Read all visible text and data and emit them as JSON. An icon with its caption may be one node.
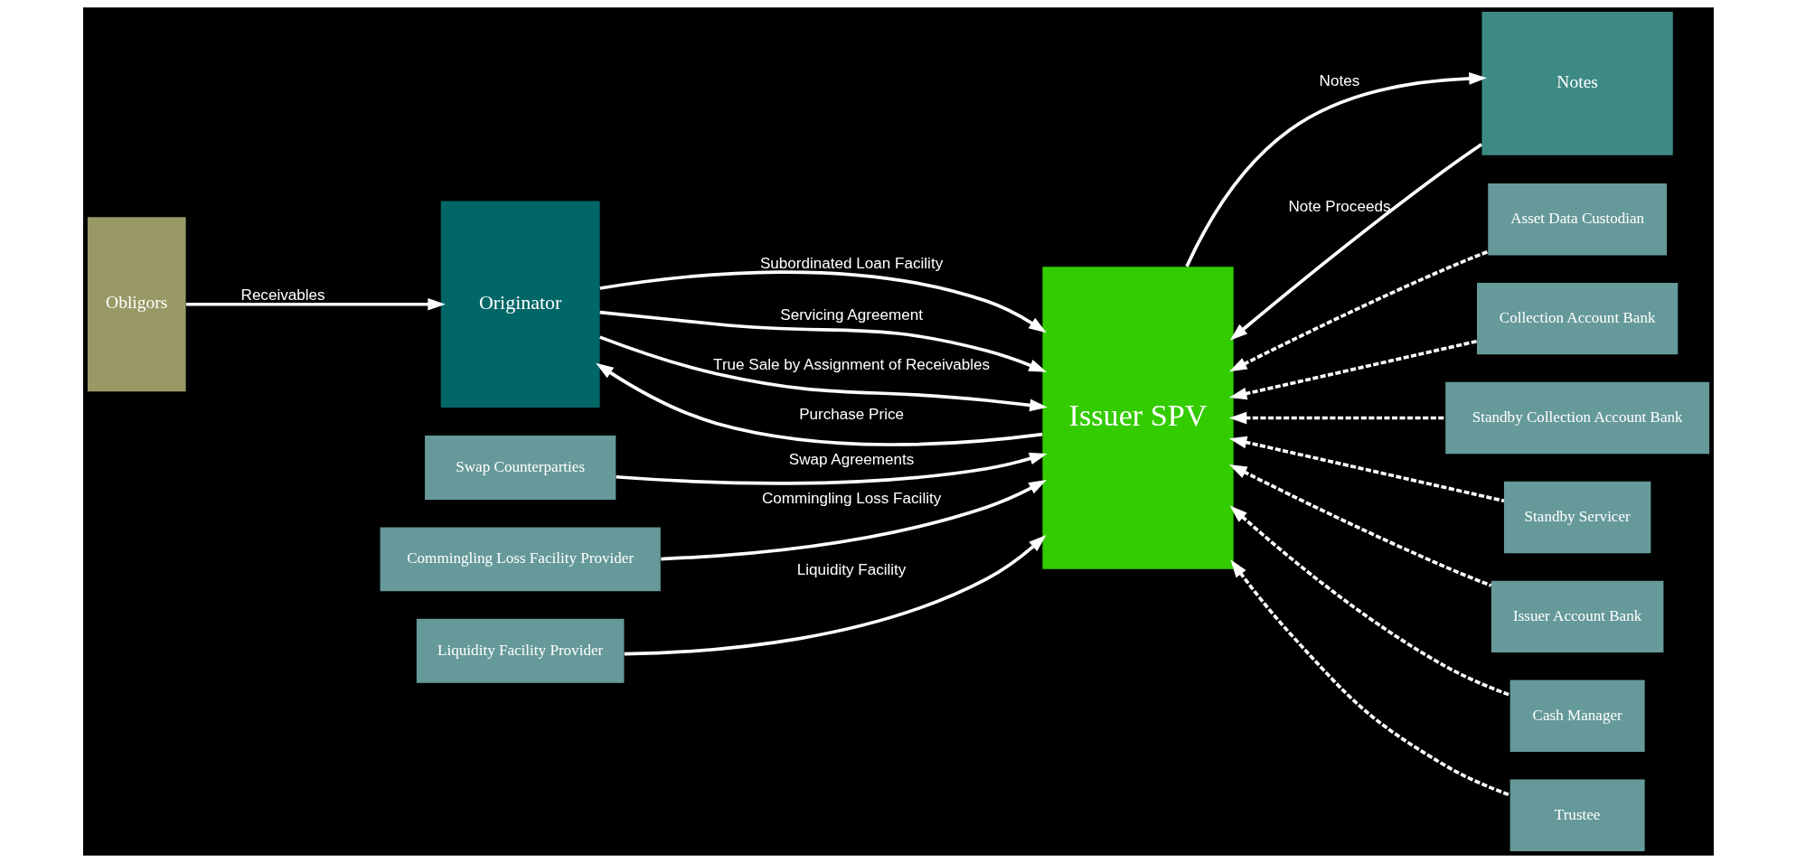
{
  "diagram": {
    "nodes": [
      {
        "text": [
          "Obligors"
        ]
      },
      {
        "text": [
          "Originator"
        ]
      },
      {
        "text": [
          "Issuer SPV"
        ]
      },
      {
        "text": [
          "Swap Counterparties"
        ]
      },
      {
        "text": [
          "Commingling Loss Facility Provider"
        ]
      },
      {
        "text": [
          "Liquidity Facility Provider"
        ]
      },
      {
        "text": [
          "Notes"
        ]
      },
      {
        "text": [
          "Asset Data Custodian"
        ]
      },
      {
        "text": [
          "Collection Account Bank"
        ]
      },
      {
        "text": [
          "Standby Collection Account Bank"
        ]
      },
      {
        "text": [
          "Standby Servicer"
        ]
      },
      {
        "text": [
          "Issuer Account Bank"
        ]
      },
      {
        "text": [
          "Cash Manager"
        ]
      },
      {
        "text": [
          "Trustee"
        ]
      }
    ],
    "edges": [
      {
        "from": 0,
        "to": 1,
        "arrow": "to",
        "label": "Receivables"
      },
      {
        "from": 1,
        "to": 2,
        "arrow": "to",
        "label": "Subordinated Loan Facility"
      },
      {
        "from": 1,
        "to": 2,
        "arrow": "to",
        "label": "Servicing Agreement"
      },
      {
        "from": 1,
        "to": 2,
        "arrow": "to",
        "label": "True Sale by Assignment of Receivables"
      },
      {
        "from": 2,
        "to": 1,
        "arrow": "to",
        "label": "Purchase Price"
      },
      {
        "from": 3,
        "to": 2,
        "arrow": "to",
        "label": "Swap Agreements"
      },
      {
        "from": 4,
        "to": 2,
        "arrow": "to",
        "label": "Commingling Loss Facility"
      },
      {
        "from": 5,
        "to": 2,
        "arrow": "to",
        "label": "Liquidity Facility"
      },
      {
        "from": 2,
        "to": 6,
        "arrow": "to",
        "label": "Notes"
      },
      {
        "from": 6,
        "to": 2,
        "arrow": "to",
        "label": "Note Proceeds"
      },
      {
        "from": 7,
        "to": 2,
        "arrow": "to",
        "style": "dashed"
      },
      {
        "from": 8,
        "to": 2,
        "arrow": "to",
        "style": "dashed"
      },
      {
        "from": 9,
        "to": 2,
        "arrow": "to",
        "style": "dashed"
      },
      {
        "from": 10,
        "to": 2,
        "arrow": "to",
        "style": "dashed"
      },
      {
        "from": 11,
        "to": 2,
        "arrow": "to",
        "style": "dashed"
      },
      {
        "from": 12,
        "to": 2,
        "arrow": "to",
        "style": "dashed"
      },
      {
        "from": 13,
        "to": 2,
        "arrow": "to",
        "style": "dashed"
      }
    ]
  }
}
